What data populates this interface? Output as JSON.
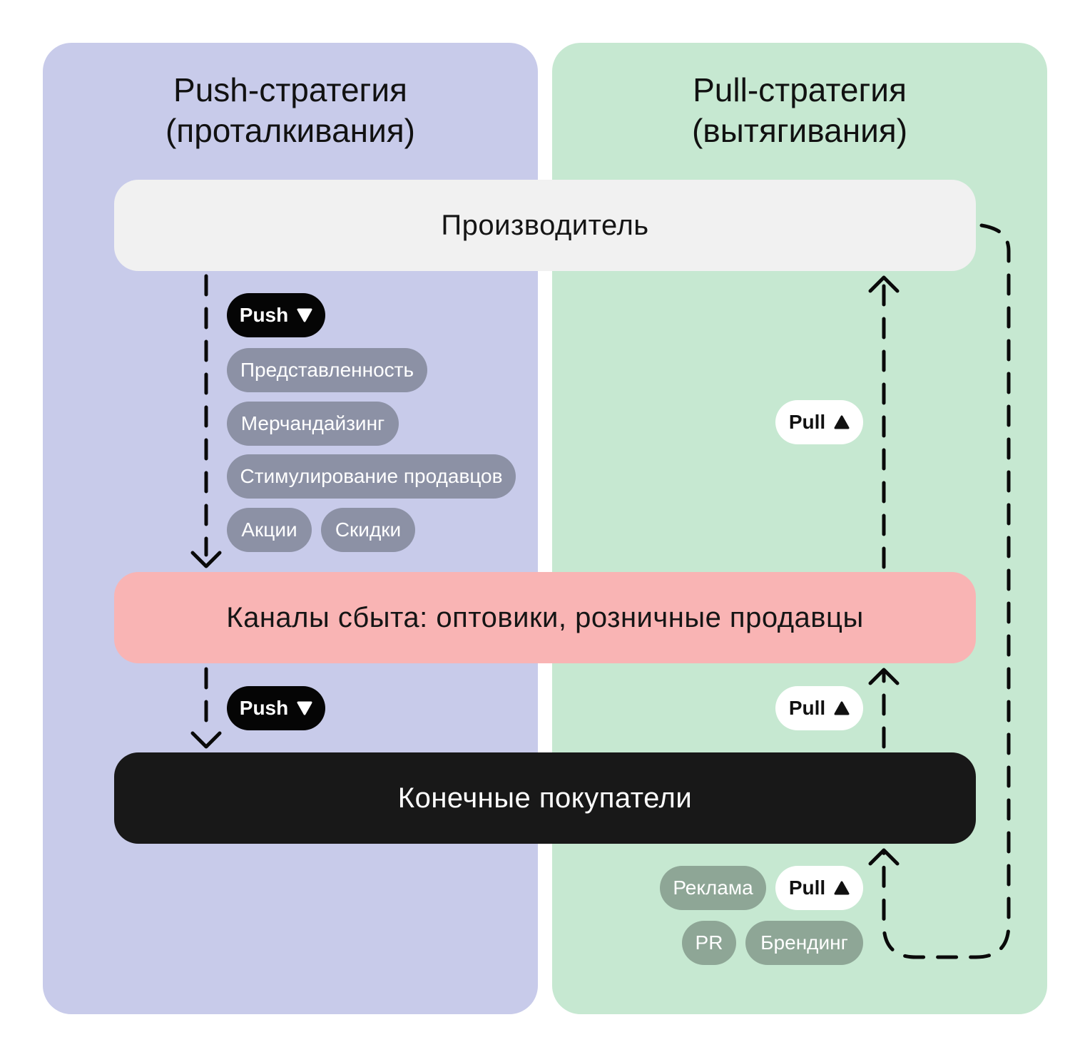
{
  "colors": {
    "push_panel": "#c8cbea",
    "pull_panel": "#c6e8d1",
    "producer_band": "#f1f1f1",
    "channels_band": "#f9b4b4",
    "buyers_band": "#181818",
    "push_tool_pill": "#8c91a5",
    "pull_tool_pill": "#8ea696"
  },
  "push_panel": {
    "title_line1": "Push-стратегия",
    "title_line2": "(проталкивания)"
  },
  "pull_panel": {
    "title_line1": "Pull-стратегия",
    "title_line2": "(вытягивания)"
  },
  "bands": {
    "producer": "Производитель",
    "channels": "Каналы сбыта: оптовики, розничные продавцы",
    "buyers": "Конечные покупатели"
  },
  "push_tools": [
    "Представленность",
    "Мерчандайзинг",
    "Стимулирование продавцов",
    "Акции",
    "Скидки"
  ],
  "pull_tools": [
    "Реклама",
    "PR",
    "Брендинг"
  ],
  "labels": {
    "push": "Push",
    "pull": "Pull"
  },
  "icons": {
    "push": "triangle-down-icon",
    "pull": "triangle-up-icon"
  }
}
